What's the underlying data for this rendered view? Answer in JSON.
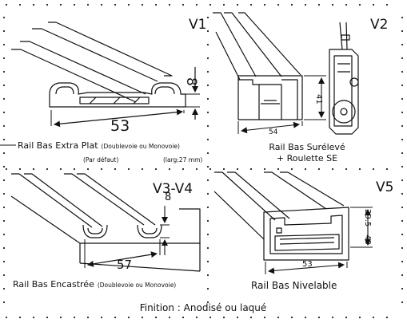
{
  "panels": {
    "v1": {
      "badge": "V1",
      "dim_width": "53",
      "dim_height": "8",
      "caption": "Rail Bas Extra Plat",
      "caption_note": "(Doublevoie ou Monovoie)",
      "default_note": "(Par défaut)",
      "width_note": "(larg:27 mm)"
    },
    "v2": {
      "badge": "V2",
      "dim_height": "41",
      "dim_width": "54",
      "caption_line1": "Rail Bas Surélevé",
      "caption_line2": "+ Roulette SE"
    },
    "v3v4": {
      "badge": "V3-V4",
      "dim_depth": "8",
      "dim_width": "57",
      "caption": "Rail Bas Encastrée",
      "caption_note": "(Doublevoie ou Monovoie)"
    },
    "v5": {
      "badge": "V5",
      "dim_height": "29.5 - 40",
      "dim_width": "53",
      "caption": "Rail Bas Nivelable"
    }
  },
  "footer": {
    "finish": "Finition : Anodisé ou laqué"
  },
  "colors": {
    "line": "#111111",
    "dots": "#222222",
    "background": "#ffffff"
  }
}
